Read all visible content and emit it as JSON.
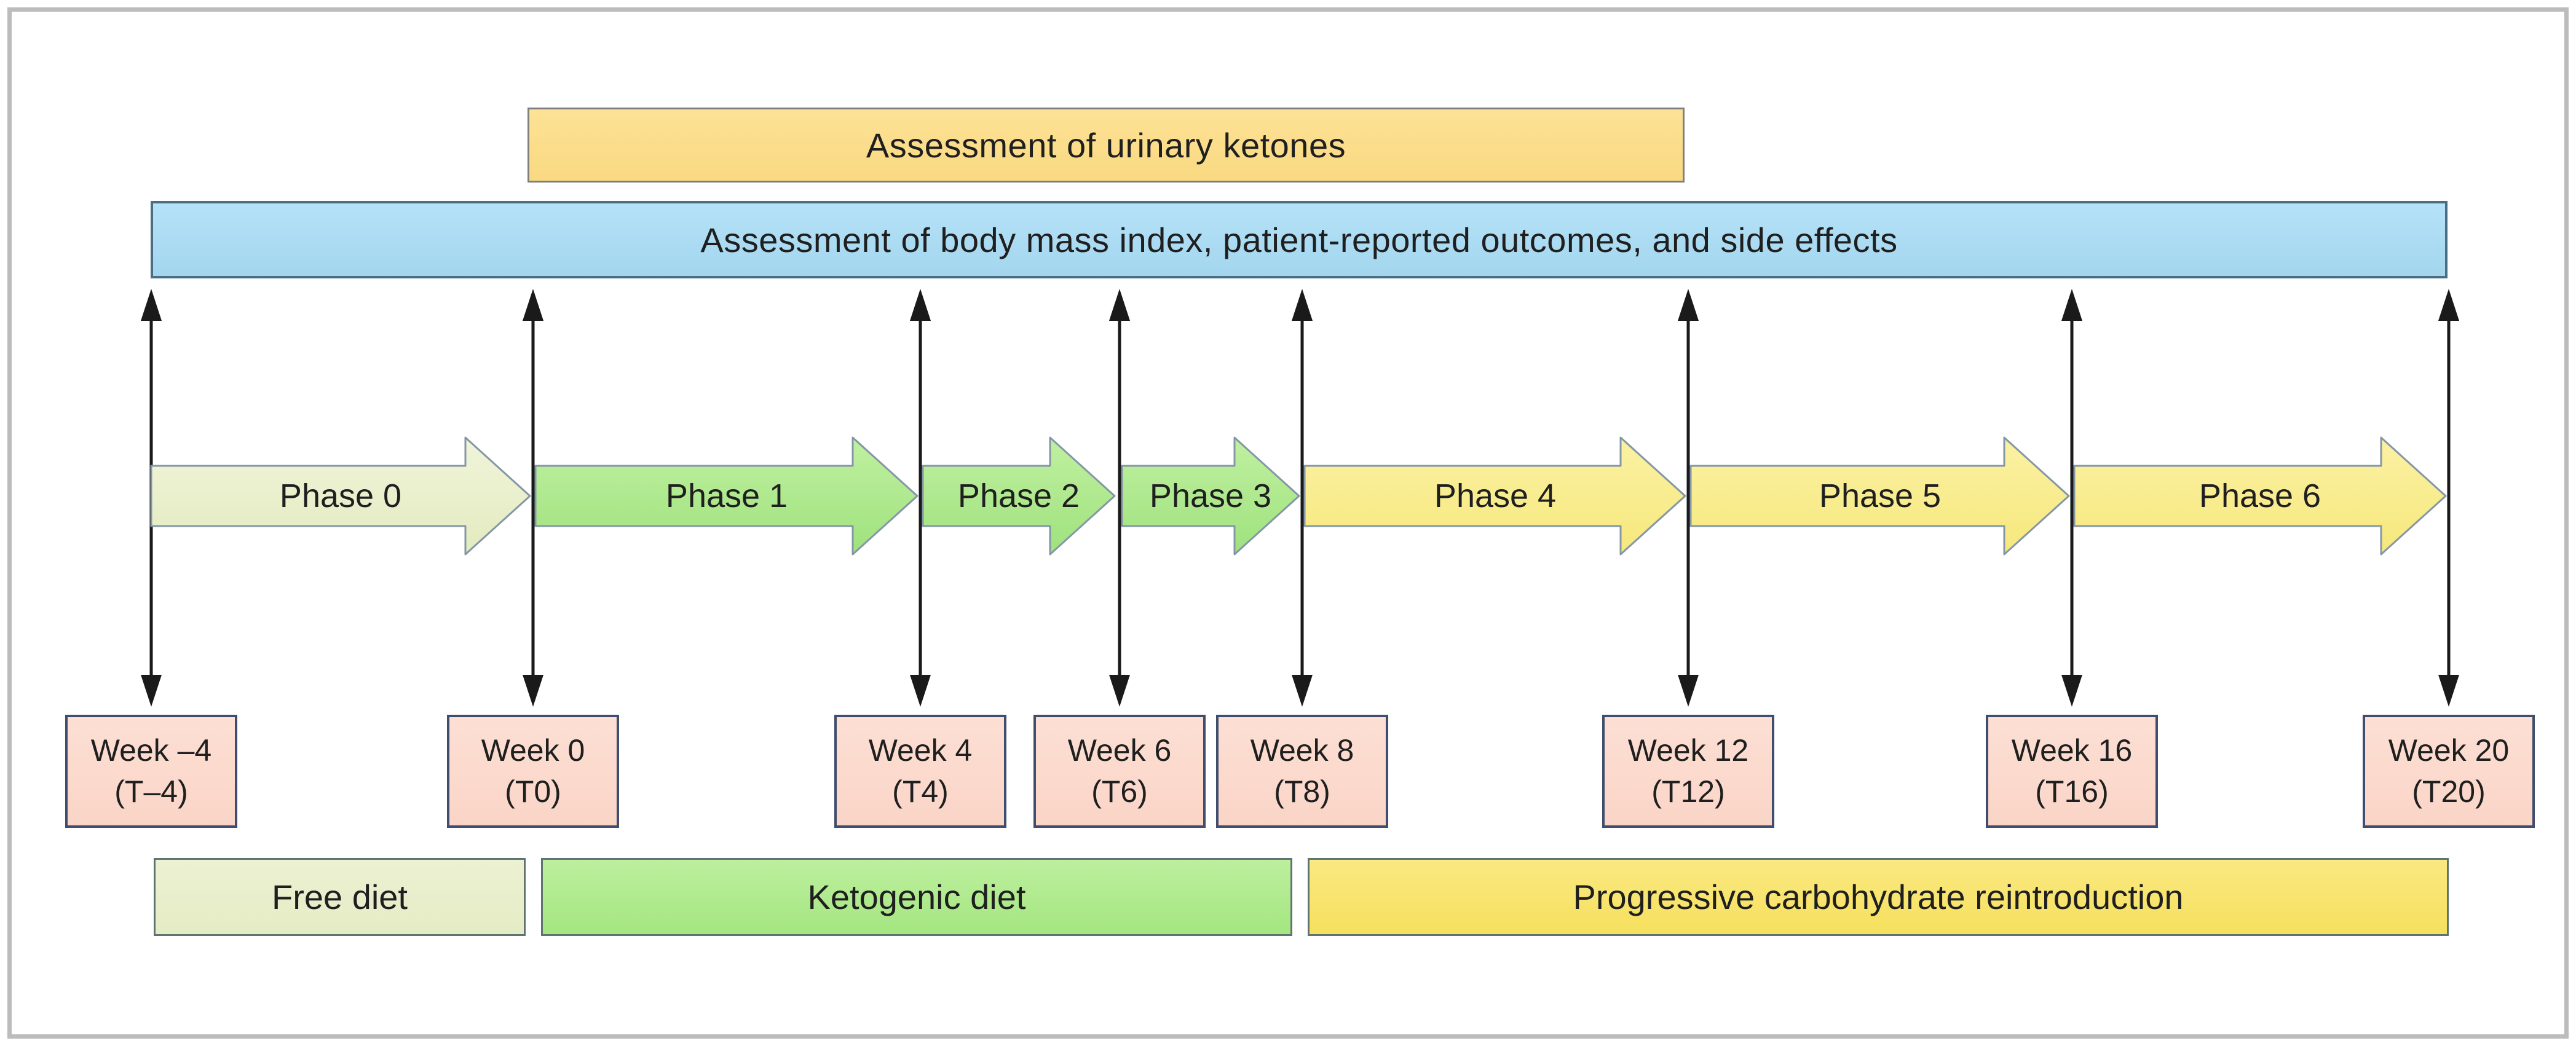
{
  "assessments": {
    "ketones_label": "Assessment of urinary ketones",
    "outcomes_label": "Assessment of body mass index, patient-reported outcomes, and side effects"
  },
  "phases": [
    {
      "label": "Phase 0",
      "scheme": "pale"
    },
    {
      "label": "Phase 1",
      "scheme": "green"
    },
    {
      "label": "Phase 2",
      "scheme": "green"
    },
    {
      "label": "Phase 3",
      "scheme": "green"
    },
    {
      "label": "Phase 4",
      "scheme": "yellow"
    },
    {
      "label": "Phase 5",
      "scheme": "yellow"
    },
    {
      "label": "Phase 6",
      "scheme": "yellow"
    }
  ],
  "timepoints": [
    {
      "week": "Week –4",
      "visit": "(T–4)"
    },
    {
      "week": "Week 0",
      "visit": "(T0)"
    },
    {
      "week": "Week 4",
      "visit": "(T4)"
    },
    {
      "week": "Week 6",
      "visit": "(T6)"
    },
    {
      "week": "Week 8",
      "visit": "(T8)"
    },
    {
      "week": "Week 12",
      "visit": "(T12)"
    },
    {
      "week": "Week 16",
      "visit": "(T16)"
    },
    {
      "week": "Week 20",
      "visit": "(T20)"
    }
  ],
  "diet_periods": [
    {
      "label": "Free diet"
    },
    {
      "label": "Ketogenic diet"
    },
    {
      "label": "Progressive carbohydrate reintroduction"
    }
  ],
  "colors": {
    "text": "#1F1F1F",
    "frame_border": "#BCBCBC",
    "ketones_top": "#FDE296",
    "ketones_bottom": "#F9D981",
    "ketones_border": "#7F7F7F",
    "outcomes_top": "#B5E2F8",
    "outcomes_bottom": "#A3D6EE",
    "outcomes_border": "#4A6E83",
    "pale_top": "#F1F4DA",
    "pale_bottom": "#E3EBBF",
    "green_top": "#C0F0A1",
    "green_bottom": "#9FE27D",
    "yellow_top": "#FBF1A4",
    "yellow_bottom": "#F6E87C",
    "arrow_outline": "#8497A6",
    "marker_color": "#1A1A1A",
    "week_top": "#FDDFD4",
    "week_bottom": "#FAD5C7",
    "week_border": "#3F4E6E",
    "free_top": "#EDF1D3",
    "free_bottom": "#E4ECC4",
    "keto_top": "#BDEF9E",
    "keto_bottom": "#A4E680",
    "carb_top": "#FAE981",
    "carb_bottom": "#F6E05E",
    "diet_border": "#5F7470"
  }
}
